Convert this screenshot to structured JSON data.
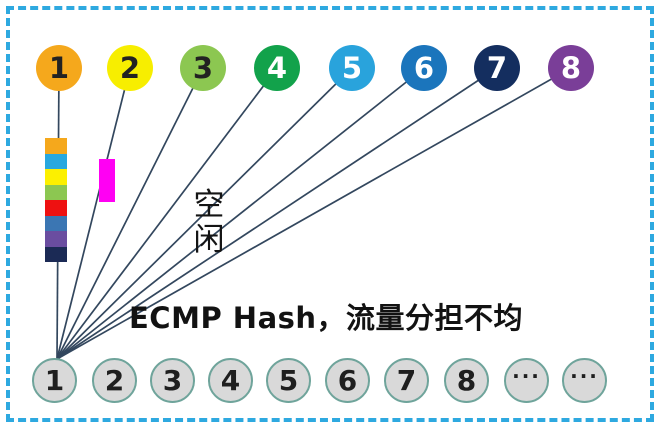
{
  "diagram": {
    "caption_text": "ECMP Hash，流量分担不均",
    "idle_label": {
      "text": "空闲",
      "chars": [
        "空",
        "闲"
      ]
    },
    "link_line_color": "#33475E",
    "border_color": "#2EA9E0",
    "background": "#FFFFFF"
  },
  "uplinks": {
    "items": [
      {
        "label": "1",
        "color": "#F5A81C",
        "text_color": "#222222"
      },
      {
        "label": "2",
        "color": "#F7EE00",
        "text_color": "#222222"
      },
      {
        "label": "3",
        "color": "#8CC751",
        "text_color": "#222222"
      },
      {
        "label": "4",
        "color": "#12A24B",
        "text_color": "#FFFFFF"
      },
      {
        "label": "5",
        "color": "#29A3DC",
        "text_color": "#FFFFFF"
      },
      {
        "label": "6",
        "color": "#1B75BC",
        "text_color": "#FFFFFF"
      },
      {
        "label": "7",
        "color": "#142E5F",
        "text_color": "#FFFFFF"
      },
      {
        "label": "8",
        "color": "#7A3E98",
        "text_color": "#FFFFFF"
      }
    ]
  },
  "queue_stack": {
    "segment_colors": [
      "#F5A81C",
      "#29A8DF",
      "#FCF000",
      "#8CC751",
      "#EE1111",
      "#3B76B3",
      "#6A4DA0",
      "#1B2A55"
    ]
  },
  "busy_packet": {
    "color": "#FF00F3"
  },
  "downlinks": {
    "fill": "#D9D9D9",
    "border_color": "#6FA49B",
    "text_color": "#1F1F1F",
    "items": [
      {
        "label": "1"
      },
      {
        "label": "2"
      },
      {
        "label": "3"
      },
      {
        "label": "4"
      },
      {
        "label": "5"
      },
      {
        "label": "6"
      },
      {
        "label": "7"
      },
      {
        "label": "8"
      },
      {
        "label": "···"
      },
      {
        "label": "···"
      }
    ]
  }
}
